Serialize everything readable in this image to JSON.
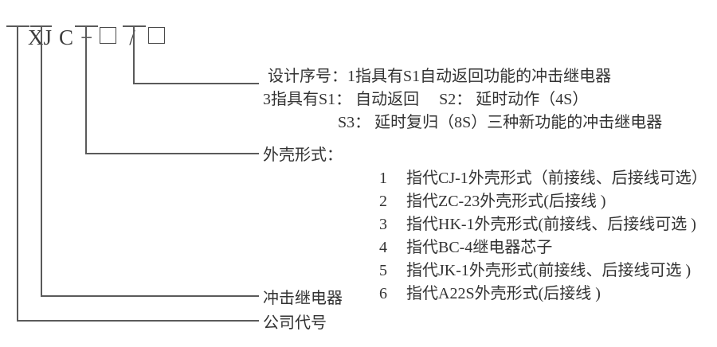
{
  "model_code": {
    "parts": [
      "XJ",
      "C",
      "−",
      "box",
      "/",
      "box"
    ],
    "prefix": "XJ",
    "series": "C",
    "dash": "−",
    "slash": "/"
  },
  "callouts": {
    "design_number": {
      "line1": "设计序号：1指具有S1自动返回功能的冲击继电器",
      "line2": "3指具有S1： 自动返回　 S2： 延时动作（4S）",
      "line3": "S3： 延时复归（8S）三种新功能的冲击继电器"
    },
    "shell_form": {
      "heading": "外壳形式：",
      "items": [
        {
          "num": "1",
          "desc": "指代CJ-1外壳形式（前接线、后接线可选）"
        },
        {
          "num": "2",
          "desc": "指代ZC-23外壳形式(后接线 )"
        },
        {
          "num": "3",
          "desc": "指代HK-1外壳形式(前接线、后接线可选 )"
        },
        {
          "num": "4",
          "desc": "指代BC-4继电器芯子"
        },
        {
          "num": "5",
          "desc": "指代JK-1外壳形式(前接线、后接线可选 )"
        },
        {
          "num": "6",
          "desc": "指代A22S外壳形式(后接线 )"
        }
      ]
    },
    "relay_type": "冲击继电器",
    "company_code": "公司代号"
  },
  "style": {
    "line_color": "#5a5a5a",
    "text_color": "#333333",
    "background": "#ffffff"
  }
}
